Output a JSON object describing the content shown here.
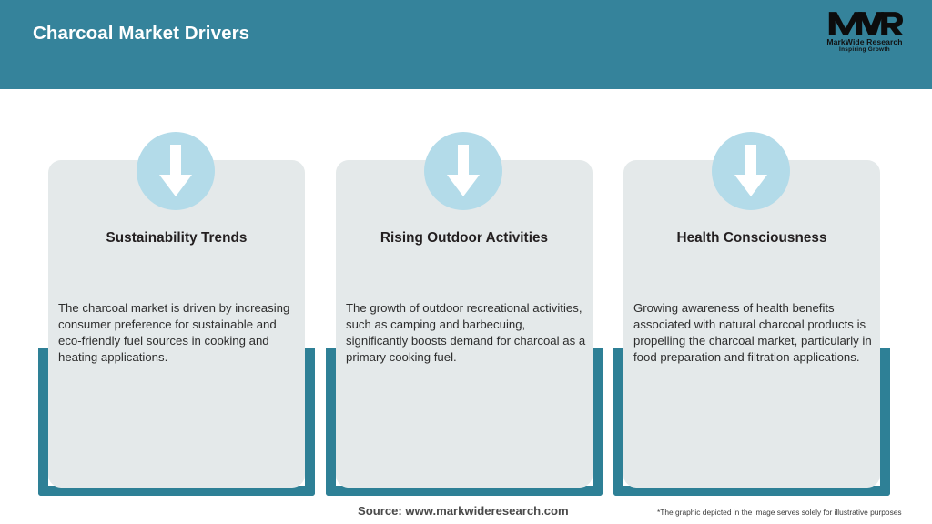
{
  "header": {
    "title": "Charcoal Market Drivers",
    "background_color": "#35839b",
    "title_color": "#ffffff",
    "logo": {
      "mark": "MWR",
      "name": "MarkWide Research",
      "tagline": "Inspiring Growth"
    }
  },
  "theme": {
    "accent_teal": "#2e8096",
    "header_teal": "#35839b",
    "card_grey": "#e4e9ea",
    "icon_circle_blue": "#b3dbe9",
    "arrow_white": "#ffffff",
    "title_text": "#231f20",
    "body_text": "#2d2d2d"
  },
  "drivers": [
    {
      "icon": "arrow-down-icon",
      "title": "Sustainability Trends",
      "body": "The charcoal market is driven by increasing consumer preference for sustainable and eco-friendly fuel sources in cooking and heating applications."
    },
    {
      "icon": "arrow-down-icon",
      "title": "Rising Outdoor Activities",
      "body": "The growth of outdoor recreational activities, such as camping and barbecuing, significantly boosts demand for charcoal as a primary cooking fuel."
    },
    {
      "icon": "arrow-down-icon",
      "title": "Health Consciousness",
      "body": "Growing awareness of health benefits associated with natural charcoal products is propelling the charcoal market, particularly in food preparation and filtration applications."
    }
  ],
  "footer": {
    "source": "Source: www.markwideresearch.com",
    "disclaimer": "*The graphic depicted in the image serves solely for illustrative purposes"
  }
}
